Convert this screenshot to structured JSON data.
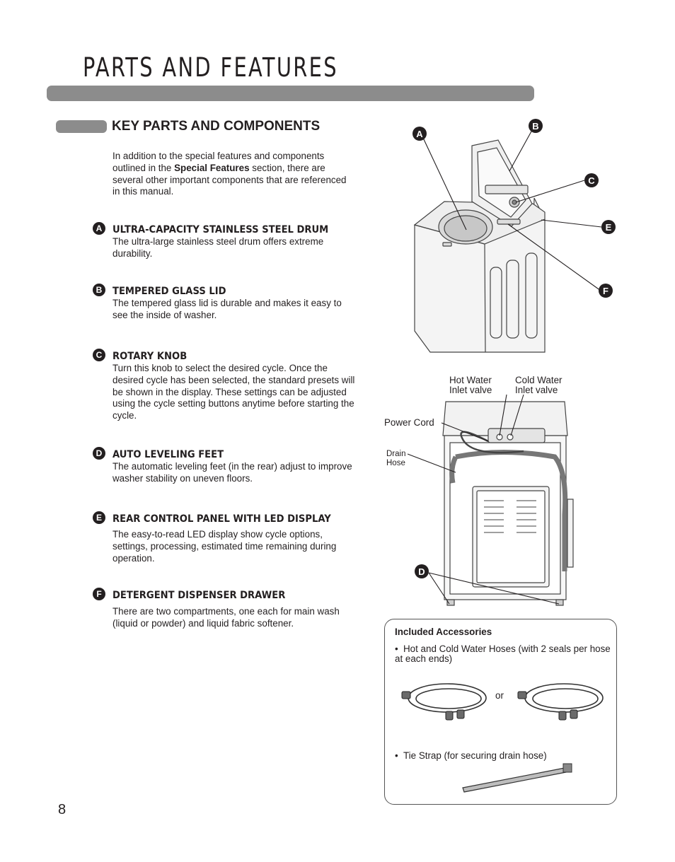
{
  "header": {
    "title": "PARTS AND FEATURES"
  },
  "section": {
    "heading": "KEY PARTS AND COMPONENTS",
    "intro_before": "In addition to the special features and components outlined in the ",
    "intro_bold": "Special Features",
    "intro_after": " section, there are several other important components that are referenced in this manual."
  },
  "items": [
    {
      "letter": "A",
      "title": "ULTRA-CAPACITY STAINLESS STEEL DRUM",
      "text": "The ultra-large stainless steel drum offers extreme durability."
    },
    {
      "letter": "B",
      "title": "TEMPERED GLASS LID",
      "text": "The tempered glass lid is durable and makes it easy to see the inside of washer."
    },
    {
      "letter": "C",
      "title": "ROTARY KNOB",
      "text": "Turn this knob to select the desired cycle. Once the desired cycle has been selected, the standard presets will be shown in the display. These settings can be adjusted using the cycle setting buttons anytime before starting the cycle."
    },
    {
      "letter": "D",
      "title": "AUTO LEVELING FEET",
      "text": "The automatic leveling feet (in the rear) adjust to improve washer stability on uneven floors."
    },
    {
      "letter": "E",
      "title": "REAR CONTROL PANEL WITH LED DISPLAY",
      "text": "The easy-to-read LED display show cycle options, settings, processing, estimated time remaining during operation."
    },
    {
      "letter": "F",
      "title": "DETERGENT DISPENSER DRAWER",
      "text": "There are two compartments, one each for main wash (liquid or powder) and liquid fabric softener."
    }
  ],
  "front_diagram": {
    "callouts": [
      "A",
      "B",
      "C",
      "E",
      "F"
    ]
  },
  "rear_diagram": {
    "hot_water_line1": "Hot Water",
    "hot_water_line2": "Inlet valve",
    "cold_water_line1": "Cold Water",
    "cold_water_line2": "Inlet valve",
    "power_cord": "Power Cord",
    "drain_line1": "Drain",
    "drain_line2": "Hose",
    "callout_d": "D"
  },
  "accessories": {
    "title": "Included Accessories",
    "item1": "Hot and Cold Water Hoses (with 2 seals per hose at each ends)",
    "or_label": "or",
    "item2": "Tie Strap (for securing drain hose)"
  },
  "footer": {
    "page_number": "8"
  }
}
